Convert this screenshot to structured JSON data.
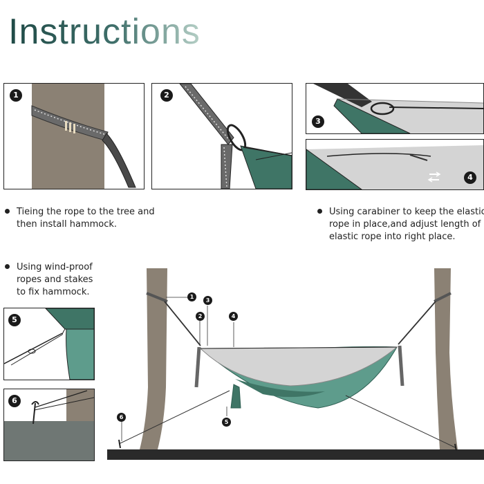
{
  "title": "Instructions",
  "steps": [
    {
      "number": "1"
    },
    {
      "number": "2"
    },
    {
      "number": "3"
    },
    {
      "number": "4"
    },
    {
      "number": "5"
    },
    {
      "number": "6"
    }
  ],
  "captions": {
    "left": {
      "line1": "Tieing the rope to the tree and",
      "line2": "then install hammock."
    },
    "right": {
      "line1": "Using carabiner to keep the elastic",
      "line2": "rope in place,and adjust length of",
      "line3": "elastic rope into right place."
    },
    "stakes": {
      "line1": "Using wind-proof",
      "line2": "ropes and stakes",
      "line3": "to fix hammock."
    }
  },
  "callouts": [
    "1",
    "2",
    "3",
    "4",
    "5",
    "6"
  ],
  "colors": {
    "hammock_green": "#5e9c8c",
    "hammock_dark": "#3f7566",
    "net_gray": "#d4d4d4",
    "tree_brown": "#8b8174",
    "strap_gray": "#5a5a5a",
    "ground": "#2a2a2a"
  }
}
